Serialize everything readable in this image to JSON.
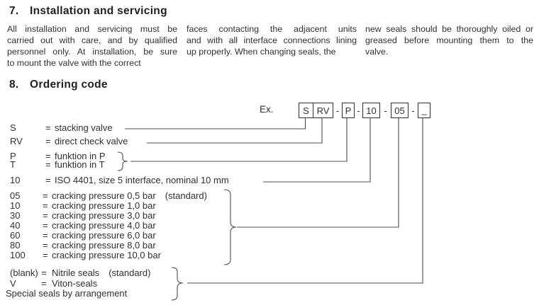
{
  "colors": {
    "text": "#2f2f2f",
    "heading": "#1f1f1f",
    "line": "#4d4d4d",
    "box_border": "#2f2f2f"
  },
  "section7": {
    "number": "7.",
    "title": "Installation and servicing",
    "columns": [
      {
        "lines": [
          "All installation and servicing must be",
          "carried out with care, and by qualified",
          "personnel only. At installation, be sure",
          "to mount the valve with the correct"
        ]
      },
      {
        "lines": [
          "faces contacting the adjacent units",
          "and with all interface connections lining",
          "up properly. When changing seals, the"
        ]
      },
      {
        "lines": [
          "new seals should be thoroughly oiled or",
          "greased before mounting them to the",
          "valve."
        ]
      }
    ]
  },
  "section8": {
    "number": "8.",
    "title": "Ordering code",
    "example_label": "Ex.",
    "separator": "-",
    "code": {
      "series": "S",
      "valve_type": "RV",
      "function": "P",
      "size": "10",
      "pressure": "05",
      "seals": "_"
    },
    "legend_main": [
      {
        "code": "S",
        "eq": "=",
        "desc": "stacking valve"
      },
      {
        "code": "RV",
        "eq": "=",
        "desc": "direct check valve"
      },
      {
        "code": "P",
        "eq": "=",
        "desc": "funktion in P"
      },
      {
        "code": "T",
        "eq": "=",
        "desc": "funktion in T"
      },
      {
        "code": "10",
        "eq": "=",
        "desc": "ISO 4401, size 5 interface, nominal 10 mm"
      }
    ],
    "legend_pressure": [
      {
        "code": "05",
        "eq": "=",
        "desc": "cracking pressure 0,5 bar",
        "note": "(standard)"
      },
      {
        "code": "10",
        "eq": "=",
        "desc": "cracking pressure 1,0 bar",
        "note": ""
      },
      {
        "code": "30",
        "eq": "=",
        "desc": "cracking pressure 3,0 bar",
        "note": ""
      },
      {
        "code": "40",
        "eq": "=",
        "desc": "cracking pressure 4,0 bar",
        "note": ""
      },
      {
        "code": "60",
        "eq": "=",
        "desc": "cracking pressure 6,0 bar",
        "note": ""
      },
      {
        "code": "80",
        "eq": "=",
        "desc": "cracking pressure 8,0 bar",
        "note": ""
      },
      {
        "code": "100",
        "eq": "=",
        "desc": "cracking pressure 10,0 bar",
        "note": ""
      }
    ],
    "legend_seals": [
      {
        "code": "(blank)",
        "eq": "=",
        "desc": "Nitrile seals",
        "note": "(standard)"
      },
      {
        "code": "V",
        "eq": "=",
        "desc": "Viton-seals",
        "note": ""
      }
    ],
    "seals_note": "Special seals by arrangement"
  }
}
